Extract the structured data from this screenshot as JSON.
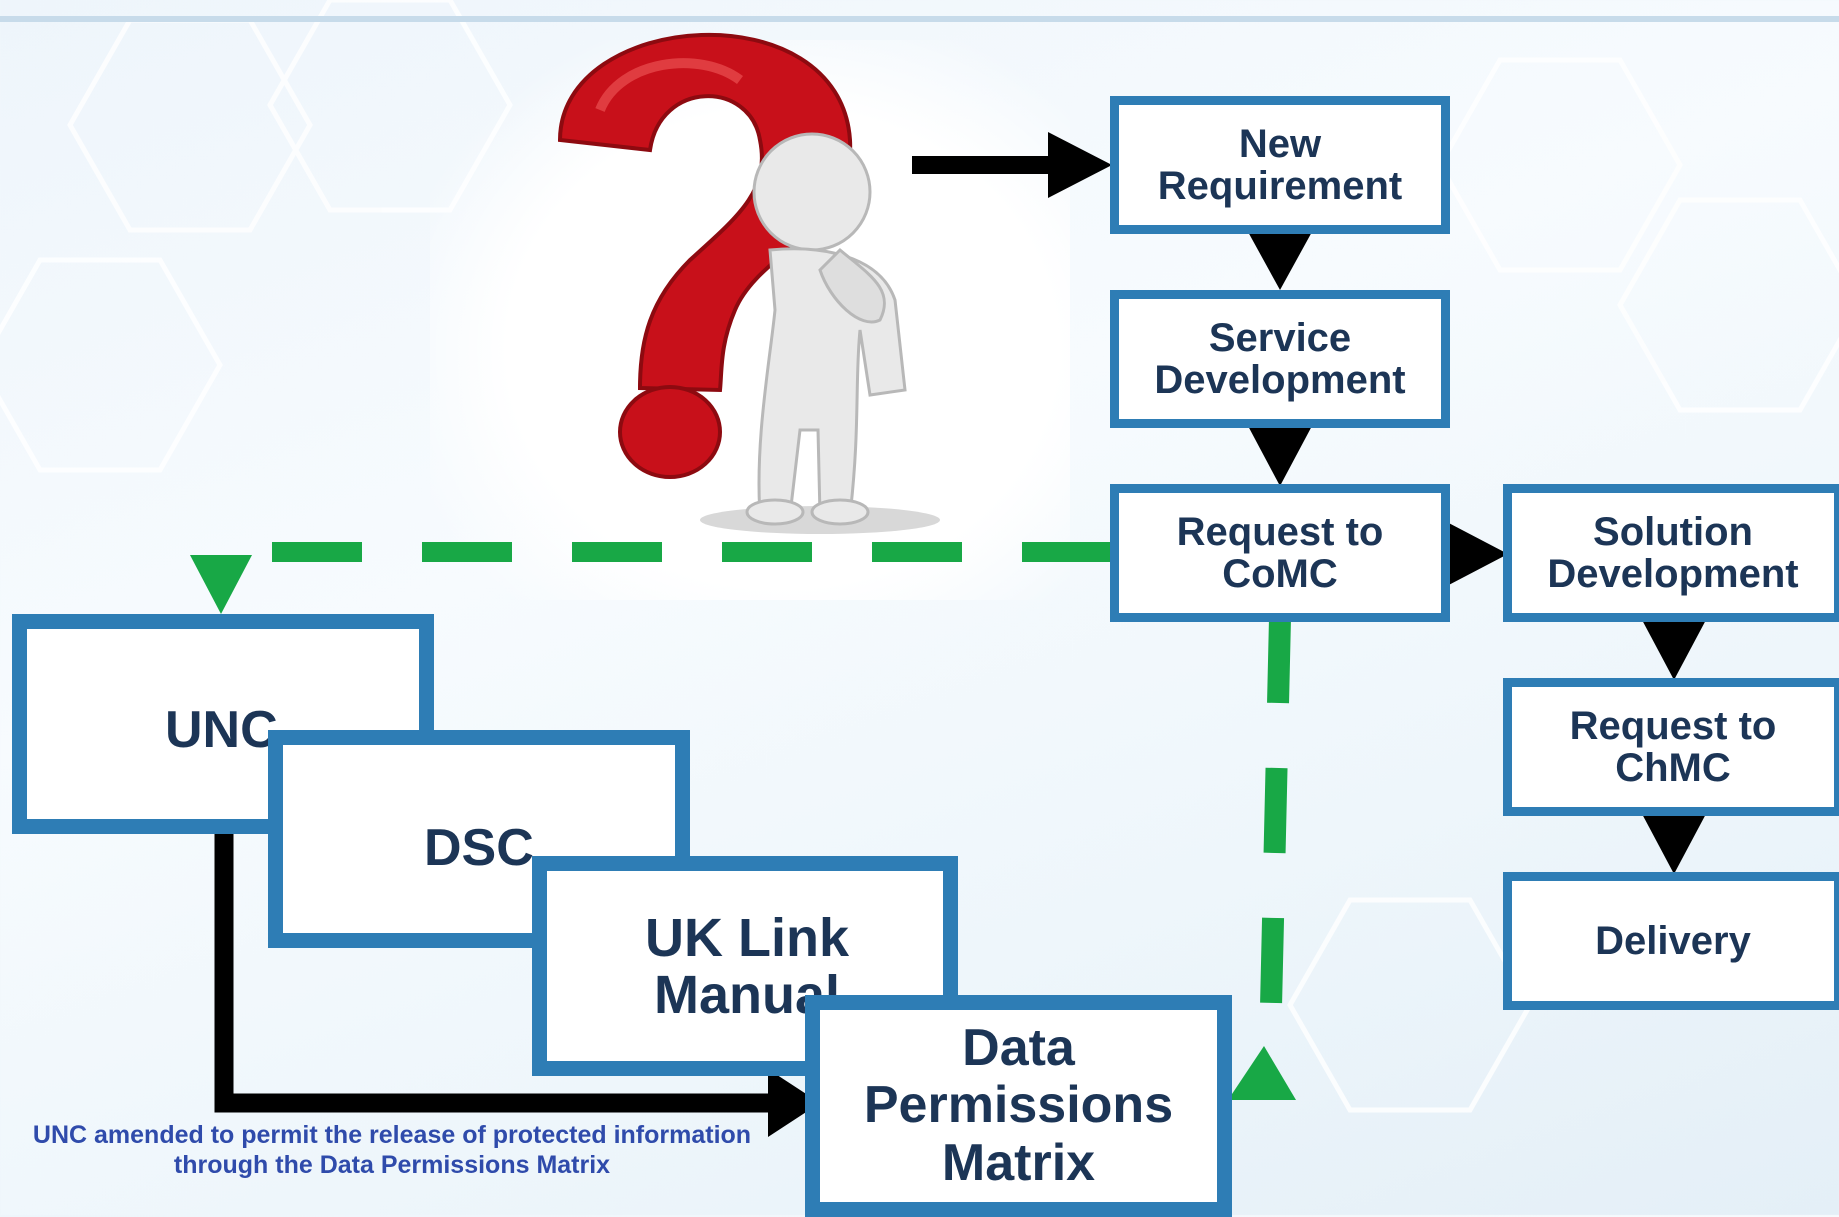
{
  "header": {
    "title": ""
  },
  "flow": {
    "new_requirement": "New Requirement",
    "service_development": "Service Development",
    "request_comc": "Request to CoMC",
    "solution_development": "Solution Development",
    "request_chmc": "Request to ChMC",
    "delivery": "Delivery"
  },
  "documents": {
    "unc": "UNC",
    "dsc": "DSC",
    "uk_link_manual": "UK Link Manual",
    "data_permissions_matrix": "Data Permissions Matrix"
  },
  "note": "UNC amended to permit the release of protected information through the Data Permissions Matrix",
  "colors": {
    "box_border": "#2e7db5",
    "text": "#1c3556",
    "note_text": "#2f4bab",
    "dashed_arrow": "#18a846",
    "solid_arrow": "#000000",
    "question_mark": "#c8101a"
  },
  "icons": [
    "question-mark-icon",
    "thinking-person-icon"
  ]
}
